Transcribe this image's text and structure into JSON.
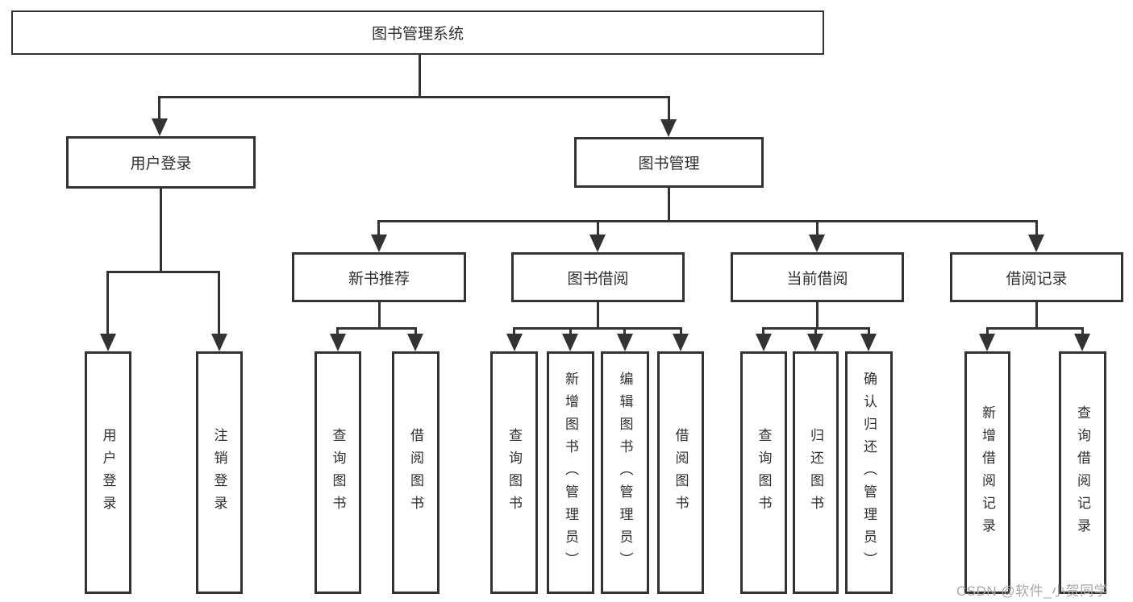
{
  "colors": {
    "line": "#333333",
    "text": "#2f2f2f",
    "box_bg": "#ffffff",
    "watermark": "#a8a8ac",
    "page_bg": "#ffffff"
  },
  "watermark": "CSDN @软件_小贺同学",
  "tree": {
    "root": "图书管理系统",
    "branches": [
      {
        "label": "用户登录",
        "children": [
          "用户登录",
          "注销登录"
        ]
      },
      {
        "label": "图书管理",
        "groups": [
          {
            "label": "新书推荐",
            "children": [
              "查询图书",
              "借阅图书"
            ]
          },
          {
            "label": "图书借阅",
            "children": [
              "查询图书",
              "新增图书（管理员）",
              "编辑图书（管理员）",
              "借阅图书"
            ]
          },
          {
            "label": "当前借阅",
            "children": [
              "查询图书",
              "归还图书",
              "确认归还（管理员）"
            ]
          },
          {
            "label": "借阅记录",
            "children": [
              "新增借阅记录",
              "查询借阅记录"
            ]
          }
        ]
      }
    ]
  }
}
